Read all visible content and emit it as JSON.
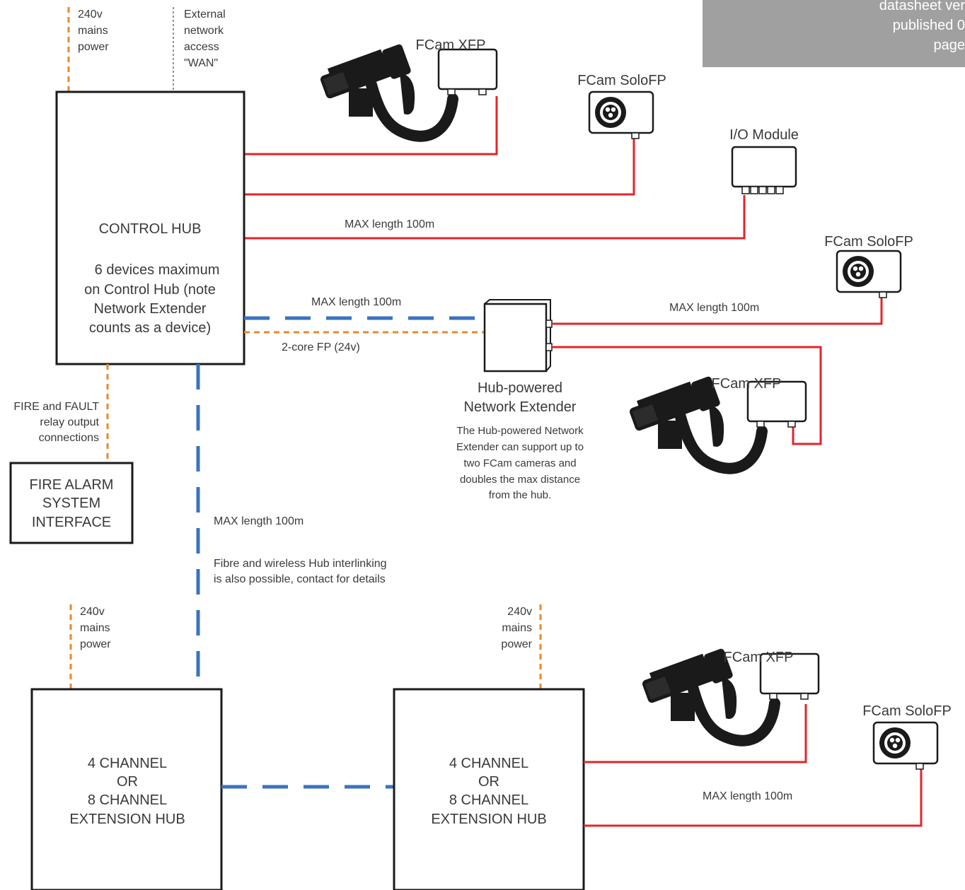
{
  "colors": {
    "data_cable": "#e0262b",
    "hub_link": "#3a73bf",
    "power_fp": "#e8892b",
    "banner_bg": "#a0a0a0"
  },
  "banner": {
    "line1": "datasheet ver",
    "line2": "published 0",
    "line3": "page"
  },
  "top": {
    "power": [
      "240v",
      "mains",
      "power"
    ],
    "wan": [
      "External",
      "network",
      "access",
      "\"WAN\""
    ]
  },
  "control_hub": {
    "title": "CONTROL HUB",
    "note": [
      "6 devices maximum",
      "on Control Hub (note",
      "Network Extender",
      "counts as a device)"
    ]
  },
  "devices": {
    "xfp_1": "FCam XFP",
    "solo_1": "FCam SoloFP",
    "io": "I/O Module",
    "solo_2": "FCam SoloFP",
    "xfp_2": "FCam XFP",
    "xfp_3": "FCam XFP",
    "solo_3": "FCam SoloFP",
    "xfp_icon": "camera-icon",
    "solo_icon": "thermal-camera-icon"
  },
  "labels": {
    "max1": "MAX length 100m",
    "max_blue": "MAX length 100m",
    "fp_cable": "2-core FP (24v)",
    "max_ext": "MAX length 100m",
    "max_vert": "MAX length 100m",
    "fibre": [
      "Fibre and wireless Hub interlinking",
      "is also possible, contact for details"
    ],
    "max_bottom": "MAX length 100m"
  },
  "extender": {
    "title": [
      "Hub-powered",
      "Network Extender"
    ],
    "note": [
      "The Hub-powered Network",
      "Extender can support up to",
      "two FCam cameras and",
      "doubles the max distance",
      "from the hub."
    ]
  },
  "fire": {
    "relay": [
      "FIRE and FAULT",
      "relay output",
      "connections"
    ],
    "box": [
      "FIRE ALARM",
      "SYSTEM",
      "INTERFACE"
    ]
  },
  "power_left": [
    "240v",
    "mains",
    "power"
  ],
  "power_right": [
    "240v",
    "mains",
    "power"
  ],
  "ext_hub_left": [
    "4 CHANNEL",
    "OR",
    "8 CHANNEL",
    "EXTENSION HUB"
  ],
  "ext_hub_right": [
    "4 CHANNEL",
    "OR",
    "8 CHANNEL",
    "EXTENSION HUB"
  ]
}
